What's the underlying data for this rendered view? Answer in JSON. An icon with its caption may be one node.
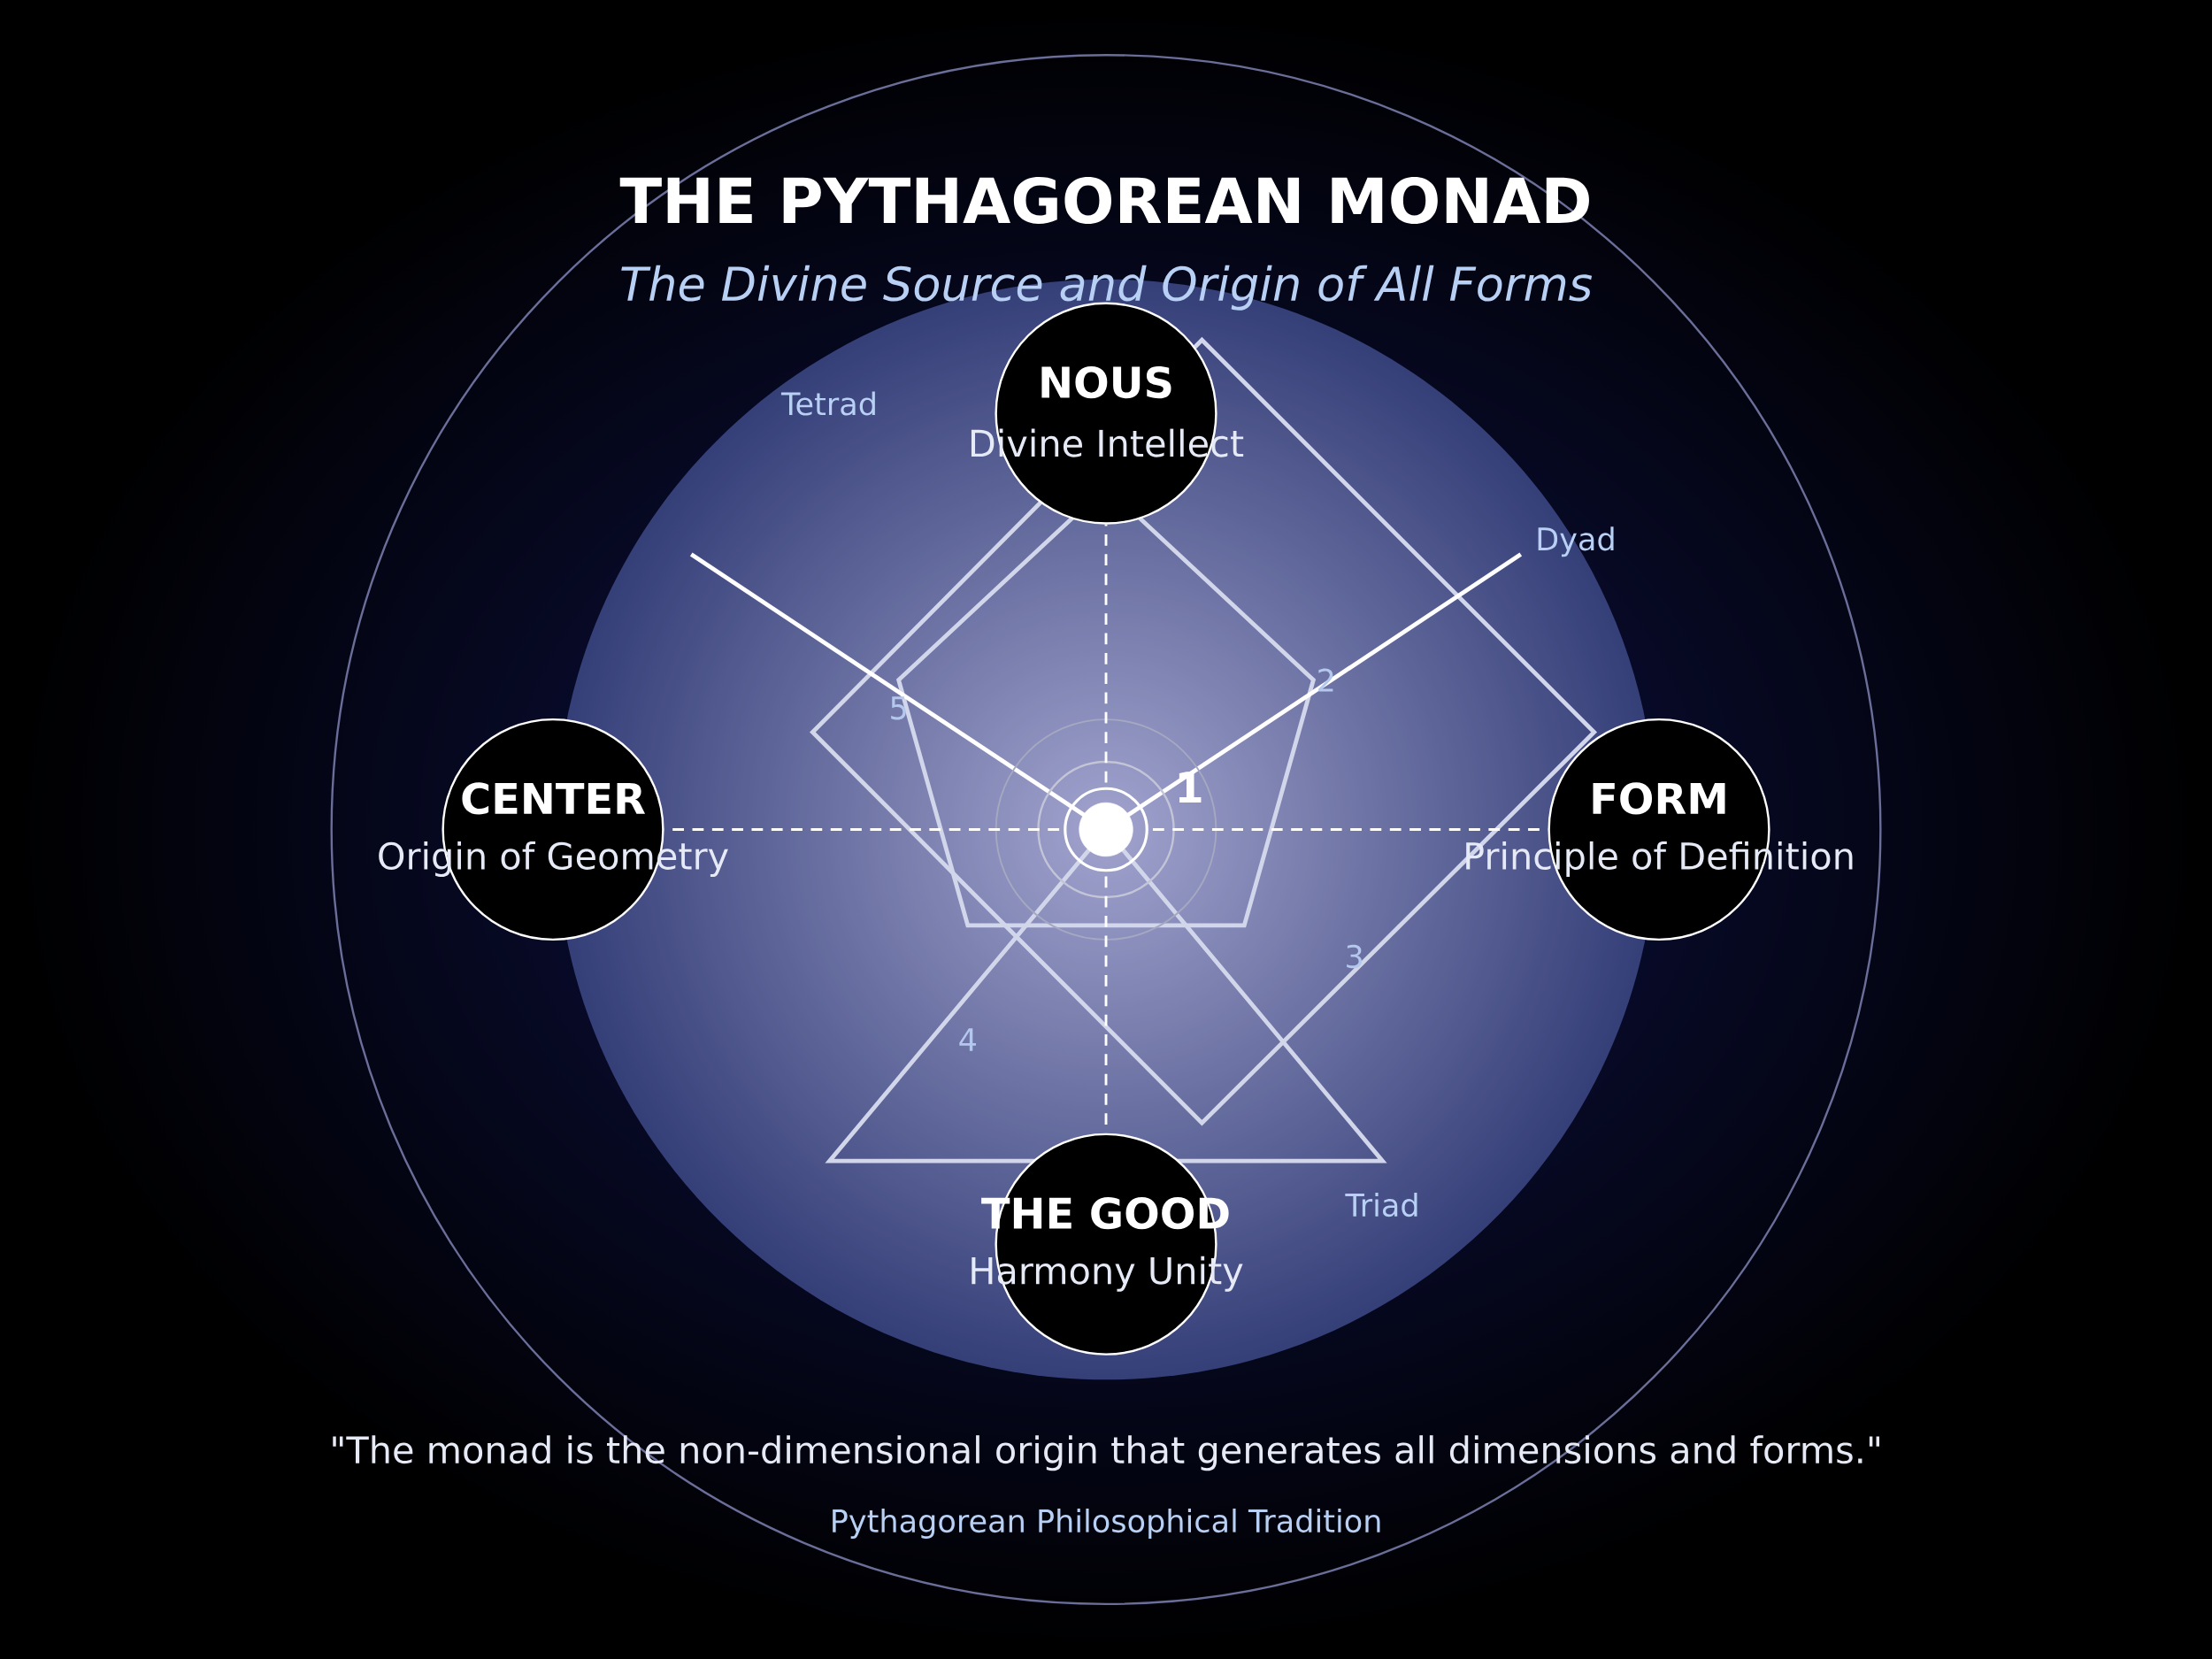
{
  "diagram": {
    "title": "THE PYTHAGOREAN MONAD",
    "caption": "\"The monad is the non-dimensional origin that generates all dimensions and forms.\"",
    "nodes": [
      {
        "text": [
          "NOUS",
          "Divine Intellect"
        ]
      },
      {
        "text": [
          "CENTER",
          "Origin of Geometry"
        ]
      },
      {
        "text": [
          "FORM",
          "Principle of Definition"
        ]
      },
      {
        "text": [
          "THE GOOD",
          "Harmony Unity"
        ]
      },
      {
        "text": [],
        "shape": "circle"
      }
    ],
    "edges": [
      {
        "from": 4,
        "to": 0,
        "arrow": "none",
        "style": "dashed"
      },
      {
        "from": 4,
        "to": 1,
        "arrow": "none",
        "style": "dashed"
      },
      {
        "from": 4,
        "to": 2,
        "arrow": "none",
        "style": "dashed"
      },
      {
        "from": 4,
        "to": 3,
        "arrow": "none",
        "style": "dashed"
      }
    ],
    "labels": [
      "The Divine Source and Origin of All Forms",
      "Tetrad",
      "Dyad",
      "5",
      "2",
      "1",
      "3",
      "4",
      "Triad",
      "Pythagorean Philosophical Tradition"
    ]
  }
}
